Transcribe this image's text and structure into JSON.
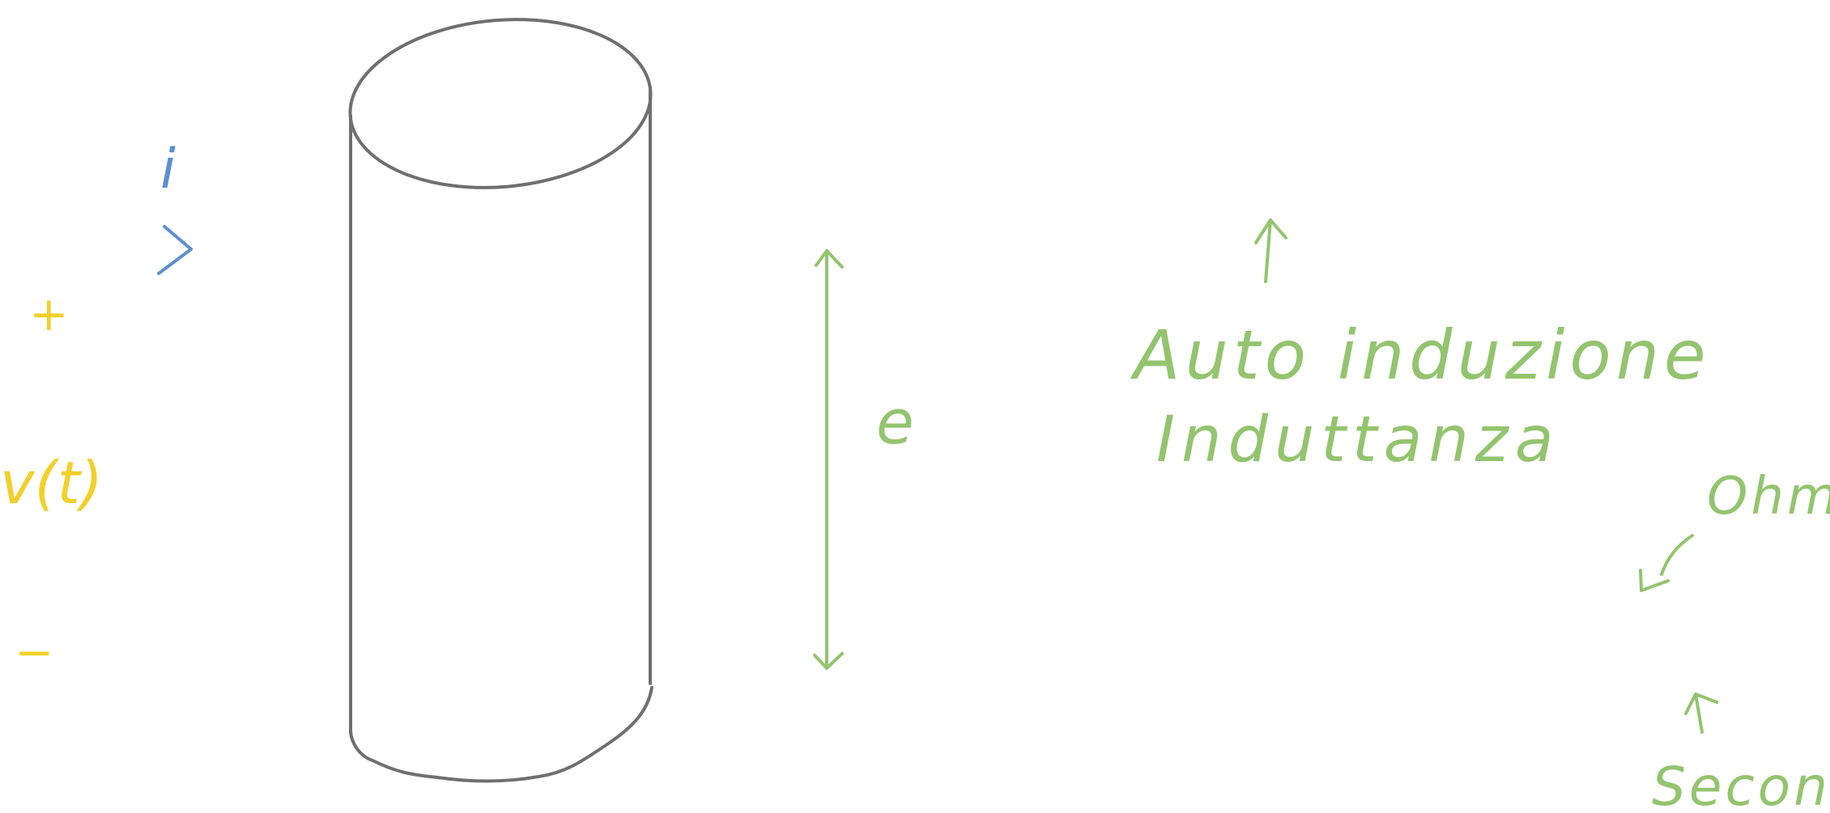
{
  "colors": {
    "ink_gray": "#6f6f6f",
    "ink_blue": "#5b8fd1",
    "ink_yellow": "#f2d02a",
    "ink_green": "#93c46e"
  },
  "labels": {
    "current": "i",
    "plus": "+",
    "voltage": "v(t)",
    "minus": "−",
    "emf": "e",
    "autoinduzione": "Auto induzione",
    "induttanza": "Induttanza",
    "ohm": "Ohm",
    "secondi": "Secondi"
  },
  "icons": {
    "current_arrow": "chevron-right-icon",
    "emf_arrow": "double-headed-arrow-icon",
    "up_arrow": "arrow-up-icon",
    "down_left_arrow": "arrow-down-left-icon"
  }
}
